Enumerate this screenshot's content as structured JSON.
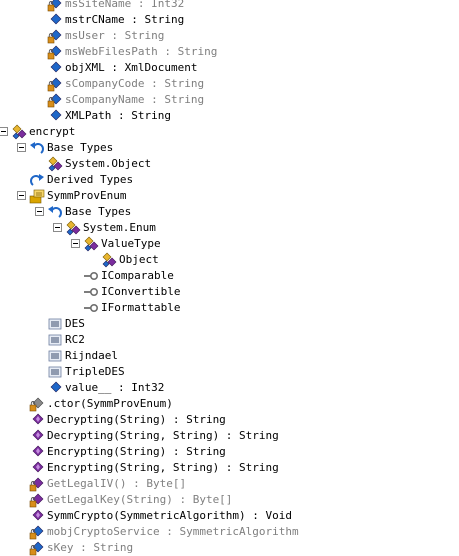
{
  "colors": {
    "member_purple": "#7b2d9e",
    "member_private_gray": "#8a8a8a",
    "field_blue": "#1f67c8",
    "class_yellow": "#e8b630",
    "enum_gold": "#d9a400",
    "interface_gray": "#6f6f6f",
    "lock_orange": "#d88e1a",
    "private_text_gray": "#7f7f7f"
  },
  "tree": {
    "rows": [
      {
        "indent": 2,
        "icon": "field-private-icon",
        "label": "msSiteName : Int32",
        "muted": true
      },
      {
        "indent": 2,
        "icon": "field-icon",
        "label": "mstrCName : String",
        "muted": false
      },
      {
        "indent": 2,
        "icon": "field-private-icon",
        "label": "msUser : String",
        "muted": true
      },
      {
        "indent": 2,
        "icon": "field-private-icon",
        "label": "msWebFilesPath : String",
        "muted": true
      },
      {
        "indent": 2,
        "icon": "field-icon",
        "label": "objXML : XmlDocument",
        "muted": false
      },
      {
        "indent": 2,
        "icon": "field-private-icon",
        "label": "sCompanyCode : String",
        "muted": true
      },
      {
        "indent": 2,
        "icon": "field-private-icon",
        "label": "sCompanyName : String",
        "muted": true
      },
      {
        "indent": 2,
        "icon": "field-icon",
        "label": "XMLPath : String",
        "muted": false
      },
      {
        "indent": 0,
        "icon": "class-icon",
        "label": "encrypt",
        "muted": false,
        "expander": true
      },
      {
        "indent": 1,
        "icon": "base-types-icon",
        "label": "Base Types",
        "muted": false,
        "expander": true
      },
      {
        "indent": 2,
        "icon": "class-icon",
        "label": "System.Object",
        "muted": false
      },
      {
        "indent": 1,
        "icon": "derived-types-icon",
        "label": "Derived Types",
        "muted": false
      },
      {
        "indent": 1,
        "icon": "enum-icon",
        "label": "SymmProvEnum",
        "muted": false,
        "expander": true
      },
      {
        "indent": 2,
        "icon": "base-types-icon",
        "label": "Base Types",
        "muted": false,
        "expander": true
      },
      {
        "indent": 3,
        "icon": "class-icon",
        "label": "System.Enum",
        "muted": false,
        "expander": true
      },
      {
        "indent": 4,
        "icon": "class-icon",
        "label": "ValueType",
        "muted": false,
        "expander": true
      },
      {
        "indent": 5,
        "icon": "class-icon",
        "label": "Object",
        "muted": false
      },
      {
        "indent": 4,
        "icon": "interface-icon",
        "label": "IComparable",
        "muted": false
      },
      {
        "indent": 4,
        "icon": "interface-icon",
        "label": "IConvertible",
        "muted": false
      },
      {
        "indent": 4,
        "icon": "interface-icon",
        "label": "IFormattable",
        "muted": false
      },
      {
        "indent": 2,
        "icon": "enum-item-icon",
        "label": "DES",
        "muted": false
      },
      {
        "indent": 2,
        "icon": "enum-item-icon",
        "label": "RC2",
        "muted": false
      },
      {
        "indent": 2,
        "icon": "enum-item-icon",
        "label": "Rijndael",
        "muted": false
      },
      {
        "indent": 2,
        "icon": "enum-item-icon",
        "label": "TripleDES",
        "muted": false
      },
      {
        "indent": 2,
        "icon": "field-icon",
        "label": "value__ : Int32",
        "muted": false
      },
      {
        "indent": 1,
        "icon": "constructor-private-icon",
        "label": ".ctor(SymmProvEnum)",
        "muted": false
      },
      {
        "indent": 1,
        "icon": "method-icon",
        "label": "Decrypting(String) : String",
        "muted": false
      },
      {
        "indent": 1,
        "icon": "method-icon",
        "label": "Decrypting(String, String) : String",
        "muted": false
      },
      {
        "indent": 1,
        "icon": "method-icon",
        "label": "Encrypting(String) : String",
        "muted": false
      },
      {
        "indent": 1,
        "icon": "method-icon",
        "label": "Encrypting(String, String) : String",
        "muted": false
      },
      {
        "indent": 1,
        "icon": "method-private-icon",
        "label": "GetLegalIV() : Byte[]",
        "muted": true
      },
      {
        "indent": 1,
        "icon": "method-private-icon",
        "label": "GetLegalKey(String) : Byte[]",
        "muted": true
      },
      {
        "indent": 1,
        "icon": "method-icon",
        "label": "SymmCrypto(SymmetricAlgorithm) : Void",
        "muted": false
      },
      {
        "indent": 1,
        "icon": "field-private-icon",
        "label": "mobjCryptoService : SymmetricAlgorithm",
        "muted": true
      },
      {
        "indent": 1,
        "icon": "field-private-icon",
        "label": "sKey : String",
        "muted": true
      }
    ]
  }
}
